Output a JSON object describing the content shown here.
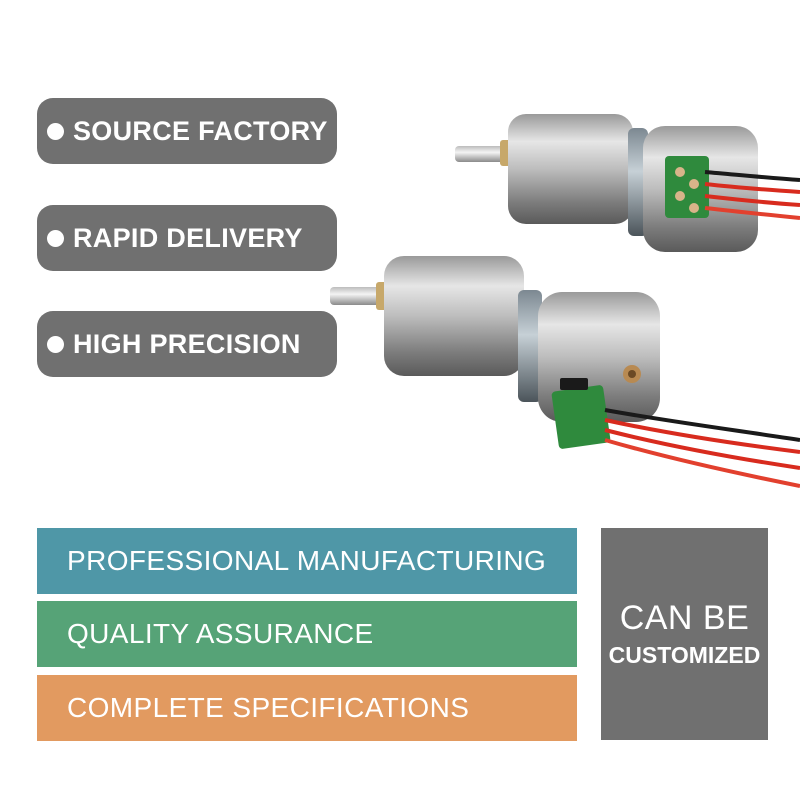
{
  "features": [
    {
      "label": "SOURCE FACTORY"
    },
    {
      "label": "RAPID DELIVERY"
    },
    {
      "label": "HIGH PRECISION"
    }
  ],
  "bands": [
    {
      "label": "PROFESSIONAL MANUFACTURING",
      "color": "#4f97a7"
    },
    {
      "label": "QUALITY ASSURANCE",
      "color": "#56a377"
    },
    {
      "label": "COMPLETE SPECIFICATIONS",
      "color": "#e29a60"
    }
  ],
  "custom": {
    "line1": "CAN BE",
    "line2": "CUSTOMIZED",
    "color": "#707070"
  },
  "photo": {
    "subject": "two-micro-gear-motors-with-wires"
  }
}
